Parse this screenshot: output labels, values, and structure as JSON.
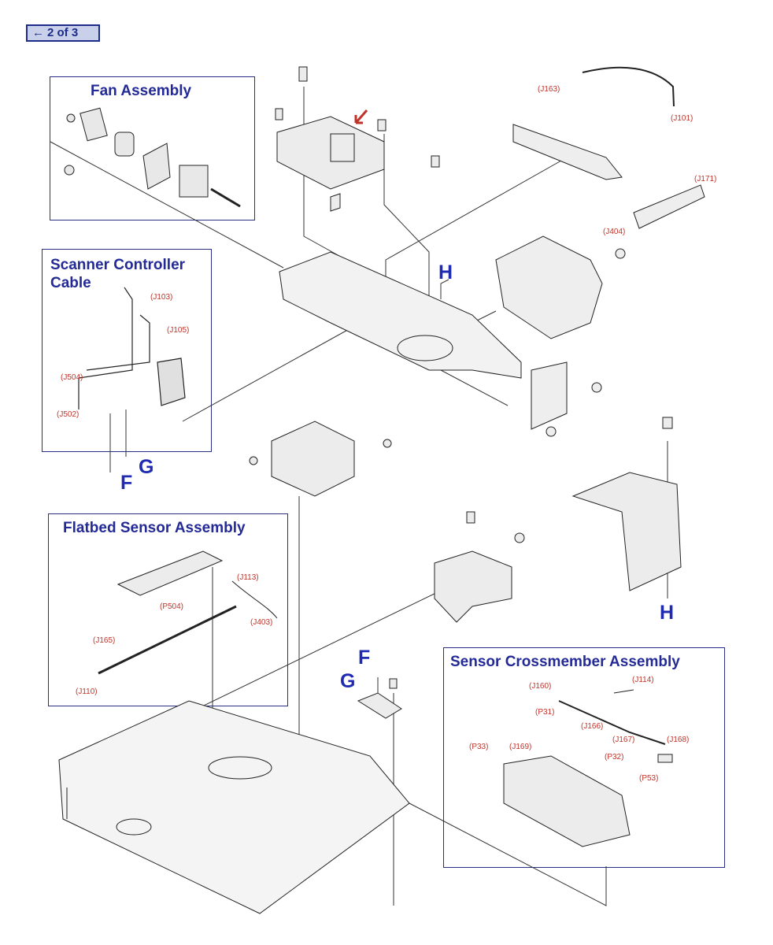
{
  "nav": {
    "label": "2 of 3",
    "arrow": "←",
    "icon": "back-arrow-icon"
  },
  "assemblies": {
    "fan": "Fan Assembly",
    "scanner_line1": "Scanner Controller",
    "scanner_line2": "Cable",
    "flatbed": "Flatbed Sensor Assembly",
    "crossmember": "Sensor Crossmember Assembly"
  },
  "letters": {
    "H_top": "H",
    "G_left": "G",
    "F_left": "F",
    "H_right": "H",
    "F_mid": "F",
    "G_mid": "G"
  },
  "connectors": {
    "j163": "(J163)",
    "j101": "(J101)",
    "j171": "(J171)",
    "j404": "(J404)",
    "j103": "(J103)",
    "j105": "(J105)",
    "j504": "(J504)",
    "j502": "(J502)",
    "j113": "(J113)",
    "p504": "(P504)",
    "j403": "(J403)",
    "j165": "(J165)",
    "j110": "(J110)",
    "j160": "(J160)",
    "j114": "(J114)",
    "p31": "(P31)",
    "j166": "(J166)",
    "j167": "(J167)",
    "j168": "(J168)",
    "p32": "(P32)",
    "p33": "(P33)",
    "j169": "(J169)",
    "p53": "(P53)"
  },
  "colors": {
    "label_blue": "#232a96",
    "connector_red": "#c0332a",
    "line_gray": "#333333"
  }
}
